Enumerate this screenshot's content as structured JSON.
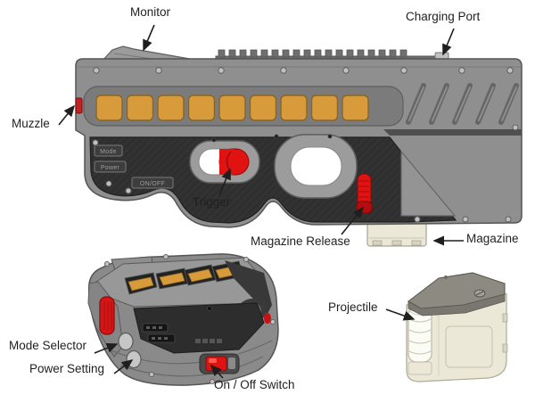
{
  "figure": {
    "background": "#ffffff",
    "labels": {
      "monitor": "Monitor",
      "charging_port": "Charging Port",
      "muzzle": "Muzzle",
      "trigger": "Trigger",
      "magazine_release": "Magazine Release",
      "magazine": "Magazine",
      "mode_selector": "Mode Selector",
      "power_setting": "Power Setting",
      "on_off_switch": "On / Off Switch",
      "projectile": "Projectile"
    },
    "device_markings": {
      "mode": "Mode",
      "power": "Power",
      "on_off": "ON/OFF"
    },
    "colors": {
      "label_text": "#1f1f1f",
      "arrow": "#1f1f1f",
      "body_gray": "#8f8f8f",
      "panel_dark": "#313131",
      "button_orange": "#d89b3b",
      "accent_red": "#e01212",
      "magazine_cream": "#ece8d8",
      "background": "#ffffff"
    }
  }
}
